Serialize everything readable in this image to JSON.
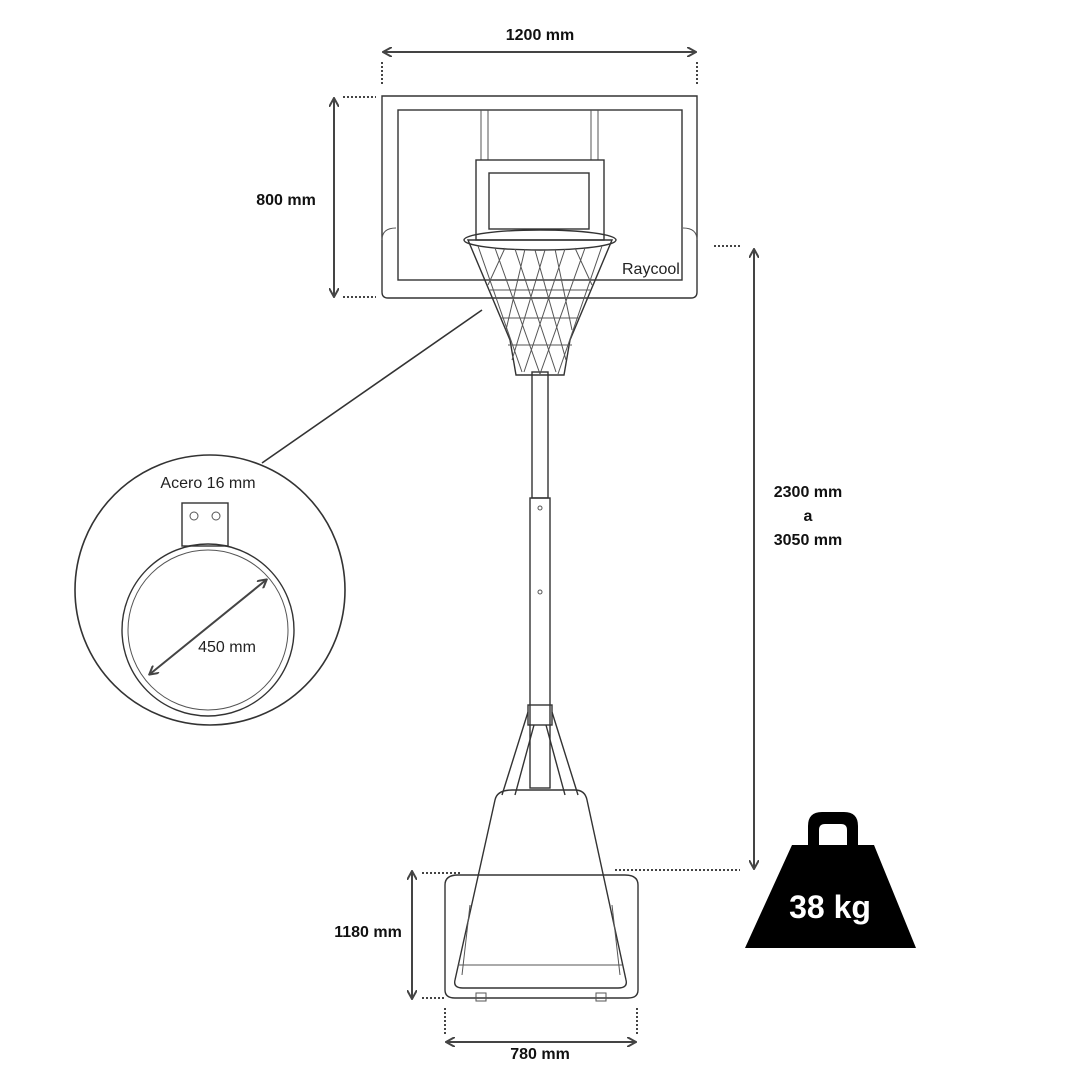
{
  "dimensions": {
    "backboard_width": "1200 mm",
    "backboard_height": "800 mm",
    "height_range_from": "2300 mm",
    "height_range_sep": "a",
    "height_range_to": "3050 mm",
    "base_height": "1180 mm",
    "base_width": "780 mm"
  },
  "brand": "Raycool",
  "detail": {
    "material": "Acero 16 mm",
    "rim_diameter": "450 mm"
  },
  "weight": {
    "label": "38 kg",
    "color": "#000000"
  }
}
